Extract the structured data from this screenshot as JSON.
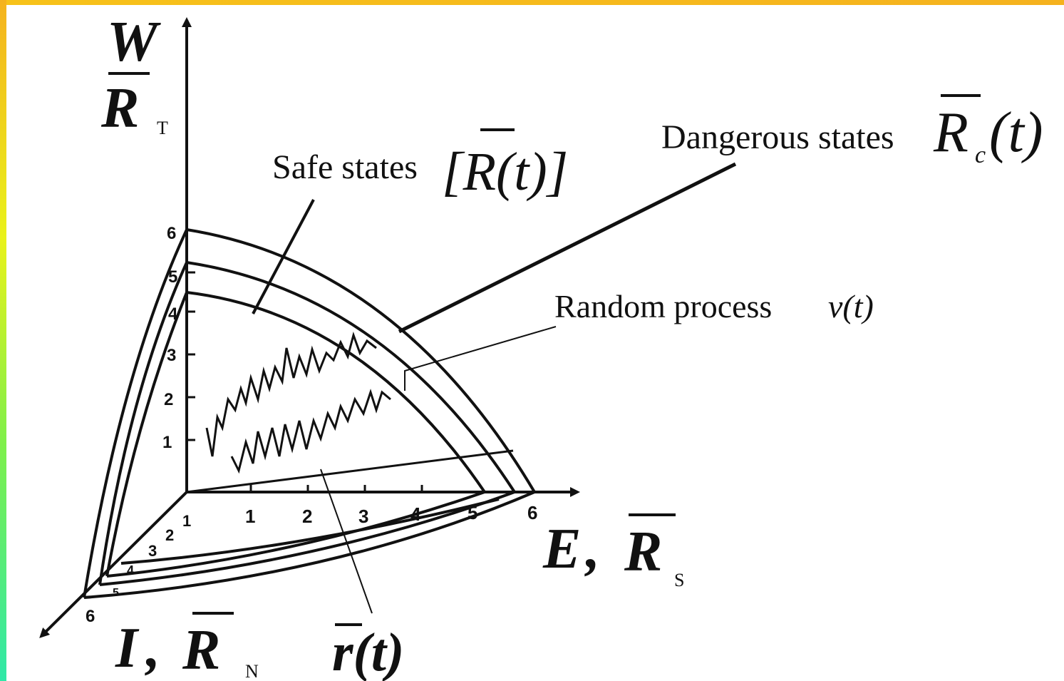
{
  "axes": {
    "vertical": {
      "symbol_top": "W",
      "symbol": "R",
      "subscript": "T"
    },
    "horizontal": {
      "symbol_a": "E",
      "sep": ",",
      "symbol_b": "R",
      "subscript": "S"
    },
    "depth": {
      "symbol_a": "I",
      "sep": ",",
      "symbol_b": "R",
      "subscript": "N"
    }
  },
  "ticks": {
    "vertical": [
      "1",
      "2",
      "3",
      "4",
      "5",
      "6"
    ],
    "horizontal": [
      "1",
      "2",
      "3",
      "4",
      "5",
      "6"
    ],
    "depth": [
      "1",
      "2",
      "3",
      "4",
      "5",
      "6"
    ]
  },
  "labels": {
    "safe_text": "Safe states",
    "safe_formula": "[R(t)]",
    "danger_text": "Dangerous states",
    "danger_formula_R": "R",
    "danger_formula_sub": "c",
    "danger_formula_t": "(t)",
    "random_text": "Random  process",
    "random_formula": "v(t)",
    "r_formula": "r(t)"
  },
  "colors": {
    "frame_top": "#f5b21e",
    "frame_left_gradient": [
      "#f5b21e",
      "#e9f21a",
      "#7ff04a",
      "#2fe8a8"
    ],
    "ink": "#111111"
  }
}
